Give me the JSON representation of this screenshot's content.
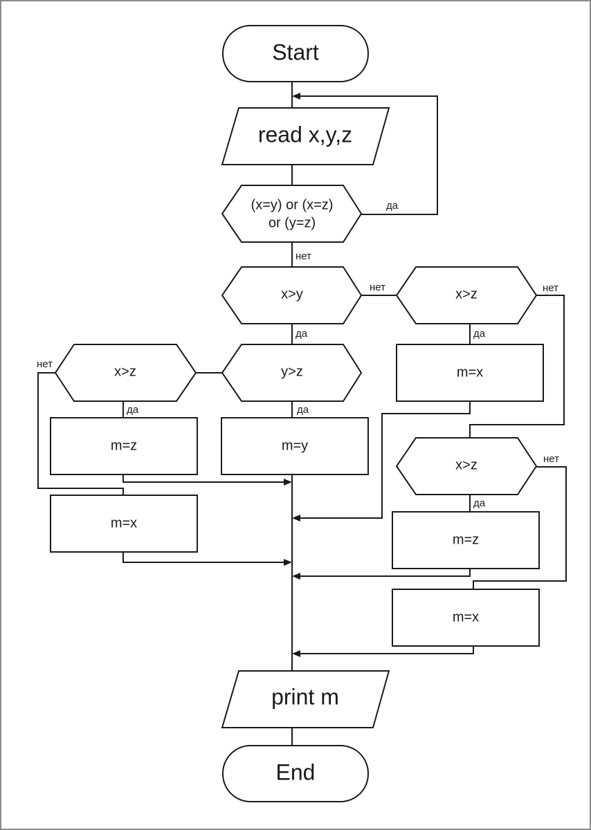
{
  "flowchart": {
    "start": "Start",
    "read": "read x,y,z",
    "cond_equal_line1": "(x=y) or (x=z)",
    "cond_equal_line2": "or (y=z)",
    "cond_xy": "x>y",
    "cond_yz": "y>z",
    "cond_xz_left": "x>z",
    "cond_xz_right_top": "x>z",
    "cond_xz_right_mid": "x>z",
    "assign_mz_left": "m=z",
    "assign_my": "m=y",
    "assign_mx_left": "m=x",
    "assign_mx_right_top": "m=x",
    "assign_mz_right": "m=z",
    "assign_mx_right_bottom": "m=x",
    "print": "print m",
    "end": "End"
  },
  "labels": {
    "yes": "да",
    "no": "нет"
  }
}
